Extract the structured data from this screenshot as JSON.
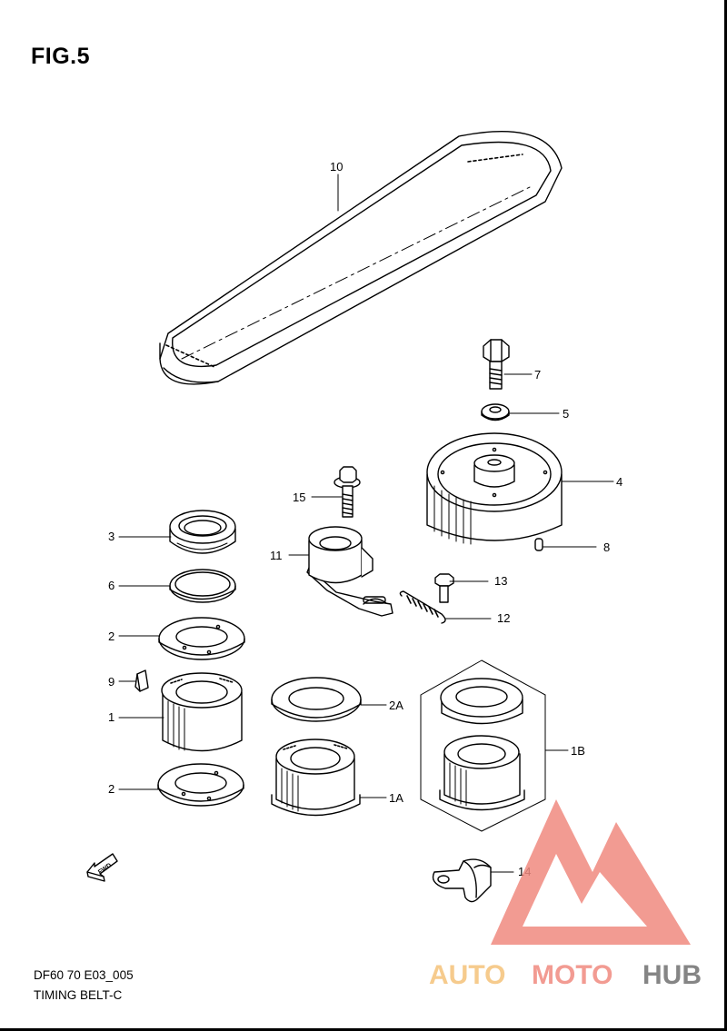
{
  "figure_title": "FIG.5",
  "model_code": "DF60 70 E03_005",
  "section_name": "TIMING BELT-C",
  "fwd_label": "FWD",
  "parts": {
    "p10": "10",
    "p7": "7",
    "p5": "5",
    "p4": "4",
    "p8": "8",
    "p15": "15",
    "p11": "11",
    "p13": "13",
    "p12": "12",
    "p3": "3",
    "p6": "6",
    "p2a": "2",
    "p9": "9",
    "p1": "1",
    "p2b": "2",
    "p2A": "2A",
    "p1A": "1A",
    "p1B": "1B",
    "p14": "14"
  },
  "watermark": {
    "auto": "AUTO",
    "moto": "MOTO",
    "hub": "HUB",
    "color_logo": "#f08a80",
    "color_auto": "#f5c27a",
    "color_hub": "#707070"
  }
}
